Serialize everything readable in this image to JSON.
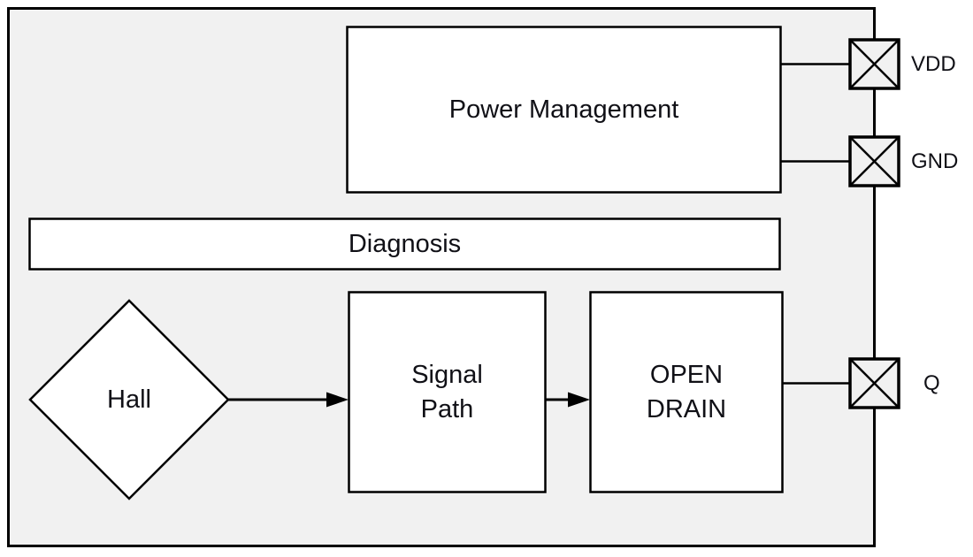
{
  "diagram": {
    "blocks": {
      "power_management": "Power Management",
      "diagnosis": "Diagnosis",
      "hall": "Hall",
      "signal_path": "Signal\nPath",
      "open_drain": "OPEN\nDRAIN"
    },
    "pins": {
      "vdd": "VDD",
      "gnd": "GND",
      "q": "Q"
    },
    "colors": {
      "chip_background": "#f1f1f1",
      "block_fill": "#ffffff",
      "line": "#000000",
      "text": "#101016",
      "page_background": "#ffffff"
    }
  }
}
